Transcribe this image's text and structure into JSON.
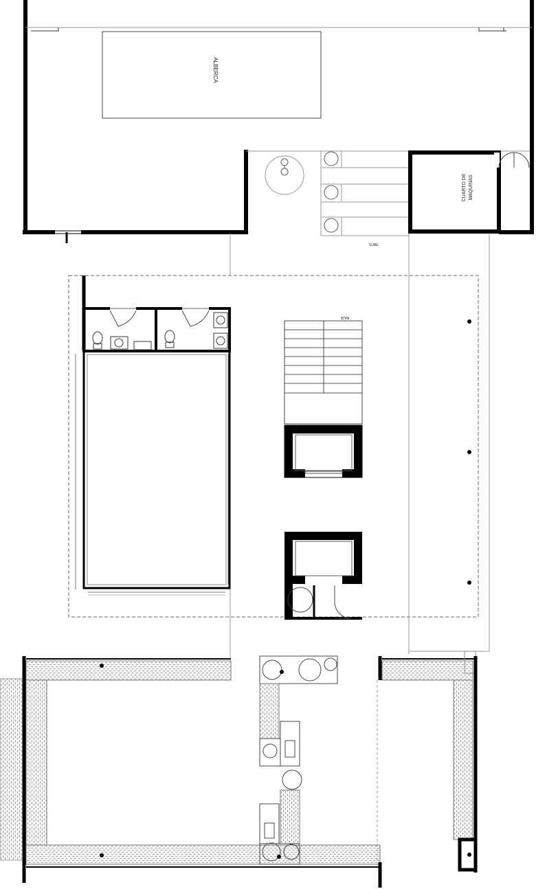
{
  "plan": {
    "labels": {
      "pool": "ALBERCA",
      "machine_room_line1": "CUARTO DE",
      "machine_room_line2": "MAQUINAS",
      "stair_up": "SUBE",
      "stair_down": "BAJA"
    }
  }
}
